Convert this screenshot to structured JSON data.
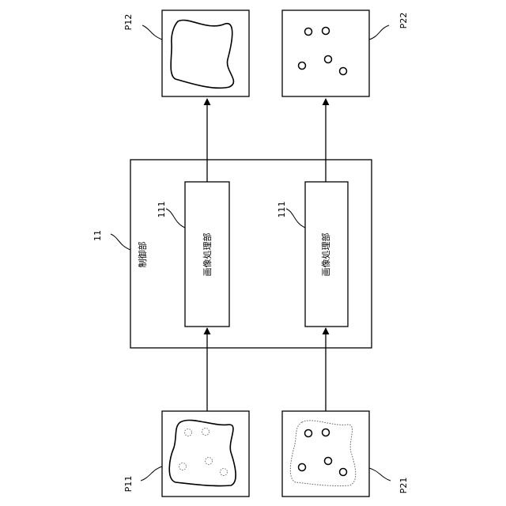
{
  "labels": {
    "control_unit": "制御部",
    "control_unit_ref": "11",
    "processor_label": "画像処理部",
    "processor_ref": "111",
    "p11": "P11",
    "p12": "P12",
    "p21": "P21",
    "p22": "P22"
  }
}
